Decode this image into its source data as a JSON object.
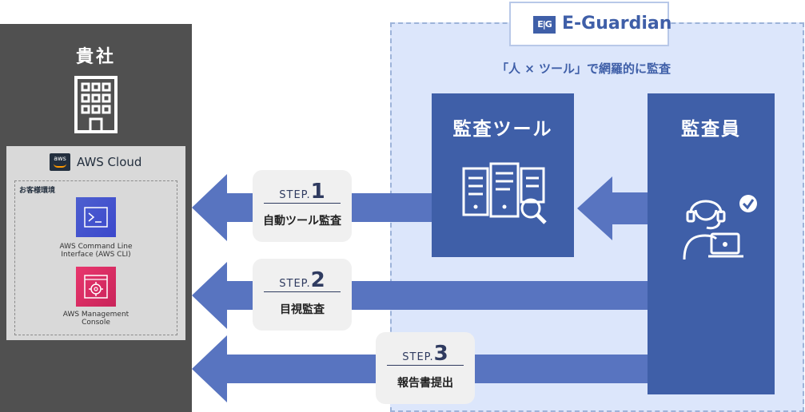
{
  "company": {
    "title": "貴社",
    "aws": {
      "logo_text": "aws",
      "title": "AWS Cloud",
      "env_label": "お客様環境",
      "services": [
        {
          "name": "AWS Command Line Interface (AWS CLI)",
          "line1": "AWS Command Line",
          "line2": "Interface (AWS CLI)",
          "icon": "terminal-icon",
          "color": "#3b48cc"
        },
        {
          "name": "AWS Management Console",
          "line1": "AWS Management",
          "line2": "Console",
          "icon": "console-gear-icon",
          "color": "#e8366d"
        }
      ]
    }
  },
  "eguardian": {
    "logo_mark": "E|G",
    "name": "E-Guardian",
    "tagline": "「人 × ツール」で網羅的に監査",
    "tool_title": "監査ツール",
    "auditor_title": "監査員"
  },
  "steps": [
    {
      "label": "STEP.",
      "num": "1",
      "text": "自動ツール監査"
    },
    {
      "label": "STEP.",
      "num": "2",
      "text": "目視監査"
    },
    {
      "label": "STEP.",
      "num": "3",
      "text": "報告書提出"
    }
  ],
  "colors": {
    "dark_panel": "#505050",
    "accent_blue": "#3f5fa8",
    "arrow_blue": "#5874c0",
    "region_bg": "#dce6fb"
  }
}
